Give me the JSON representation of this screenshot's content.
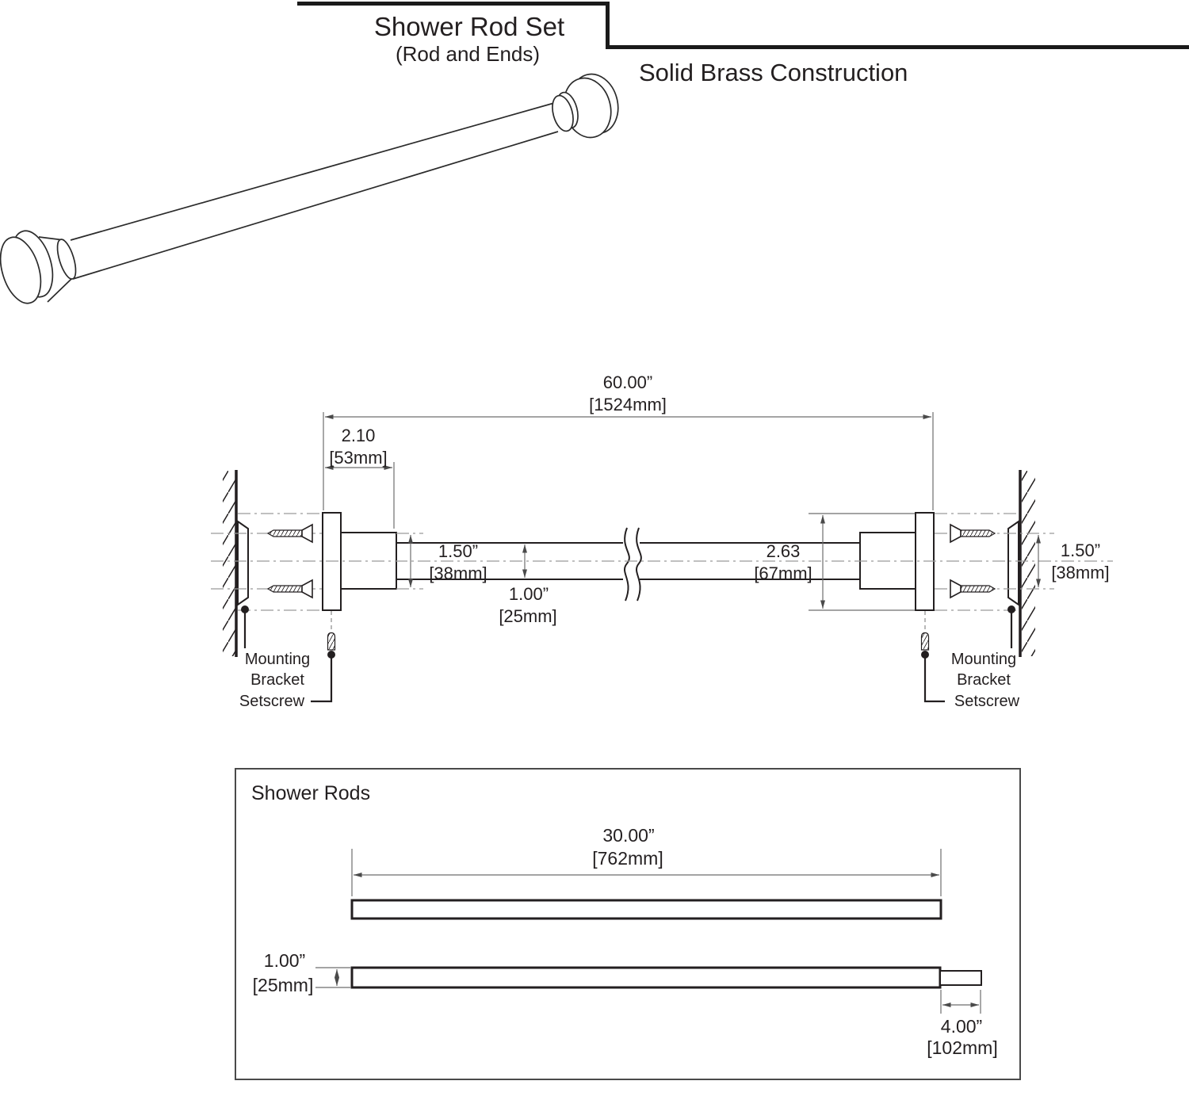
{
  "header": {
    "title": "Shower Rod Set",
    "subtitle": "(Rod and Ends)",
    "material_note": "Solid Brass Construction"
  },
  "installation_diagram": {
    "overall_length": {
      "inches": "60.00”",
      "metric": "[1524mm]"
    },
    "bracket_projection": {
      "inches": "2.10",
      "metric": "[53mm]"
    },
    "bracket_diameter_left": {
      "inches": "1.50”",
      "metric": "[38mm]"
    },
    "rod_diameter": {
      "inches": "1.00”",
      "metric": "[25mm]"
    },
    "flange_diameter": {
      "inches": "2.63",
      "metric": "[67mm]"
    },
    "bracket_diameter_right": {
      "inches": "1.50”",
      "metric": "[38mm]"
    },
    "mounting_bracket_left": {
      "line1": "Mounting",
      "line2": "Bracket"
    },
    "mounting_bracket_right": {
      "line1": "Mounting",
      "line2": "Bracket"
    },
    "setscrew_left": "Setscrew",
    "setscrew_right": "Setscrew"
  },
  "shower_rods_panel": {
    "title": "Shower Rods",
    "rod_length": {
      "inches": "30.00”",
      "metric": "[762mm]"
    },
    "rod_diameter": {
      "inches": "1.00”",
      "metric": "[25mm]"
    },
    "end_section_length": {
      "inches": "4.00”",
      "metric": "[102mm]"
    }
  },
  "colors": {
    "line_dark": "#231f20",
    "dimension_line": "#6e6e6e",
    "centerline": "#9a9a9a",
    "background": "#ffffff"
  }
}
